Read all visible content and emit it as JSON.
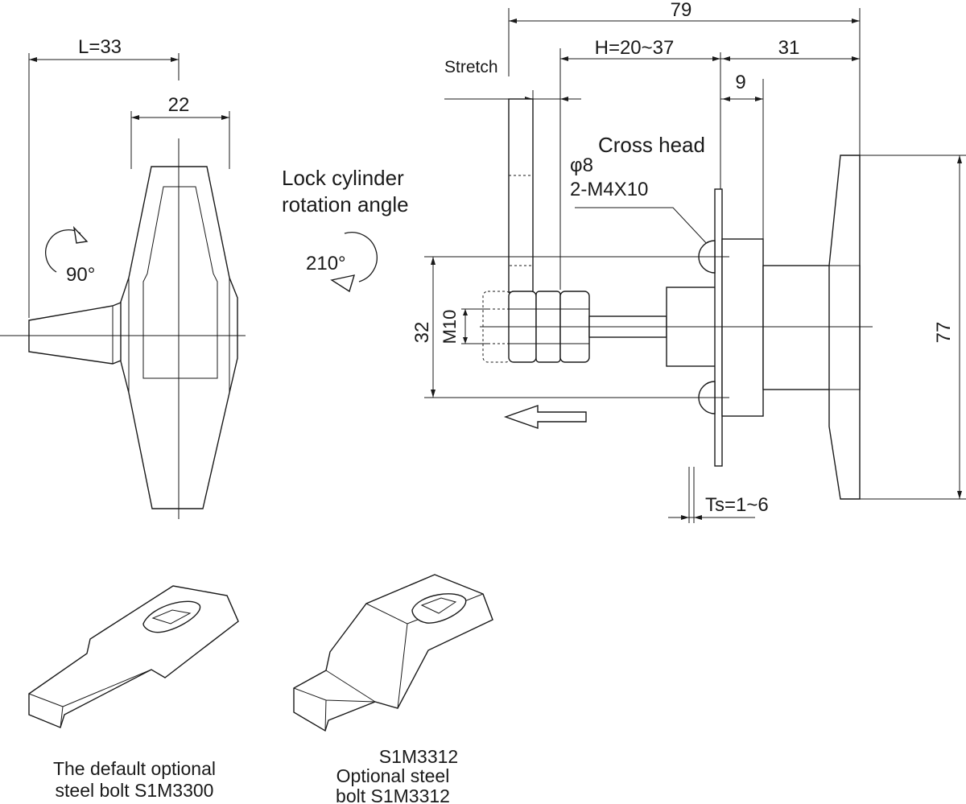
{
  "labels": {
    "dim_79": "79",
    "dim_stretch": "Stretch",
    "dim_H": "H=20~37",
    "dim_31": "31",
    "dim_L": "L=33",
    "dim_22": "22",
    "dim_9": "9",
    "phi8": "φ8",
    "cross_head": "Cross head",
    "screws": "2-M4X10",
    "rotation_line1": "Lock cylinder",
    "rotation_line2": "rotation angle",
    "angle_210": "210°",
    "angle_90": "90°",
    "dim_32": "32",
    "dim_M10": "M10",
    "dim_77": "77",
    "dim_Ts": "Ts=1~6",
    "bolt_default_line1": "The default optional",
    "bolt_default_line2": "steel bolt S1M3300",
    "bolt_alt_code": "S1M3312",
    "bolt_alt_line1": "Optional steel",
    "bolt_alt_line2": "bolt S1M3312"
  }
}
